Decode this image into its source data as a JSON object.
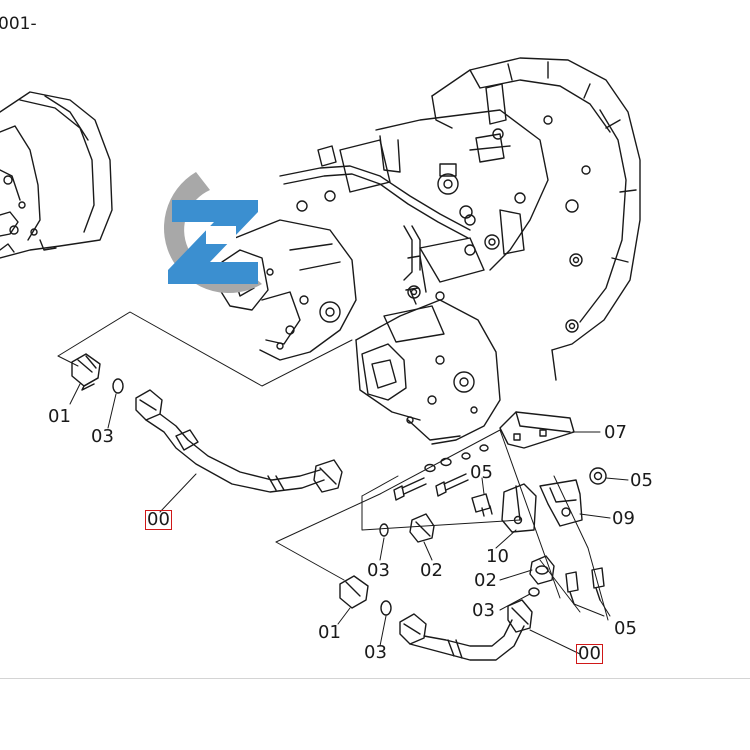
{
  "header": {
    "sheet_code": "001-"
  },
  "watermark": {
    "name": "z-logo-watermark",
    "colors": {
      "blue": "#3b8fd0",
      "gray": "#a0a0a0"
    }
  },
  "colors": {
    "line": "#1a1a1a",
    "highlight_box": "#d01818"
  },
  "callouts": [
    {
      "id": "left-01",
      "text": "01"
    },
    {
      "id": "left-03",
      "text": "03"
    },
    {
      "id": "left-00",
      "text": "00",
      "highlighted": true
    },
    {
      "id": "right-07",
      "text": "07"
    },
    {
      "id": "right-05-upper",
      "text": "05"
    },
    {
      "id": "right-05-nut",
      "text": "05"
    },
    {
      "id": "right-09",
      "text": "09"
    },
    {
      "id": "right-10",
      "text": "10"
    },
    {
      "id": "mid-03",
      "text": "03"
    },
    {
      "id": "mid-02",
      "text": "02"
    },
    {
      "id": "right-02",
      "text": "02"
    },
    {
      "id": "right-03",
      "text": "03"
    },
    {
      "id": "bottom-01",
      "text": "01"
    },
    {
      "id": "bottom-03",
      "text": "03"
    },
    {
      "id": "right-05-bolts",
      "text": "05"
    },
    {
      "id": "bottom-00",
      "text": "00",
      "highlighted": true
    }
  ]
}
